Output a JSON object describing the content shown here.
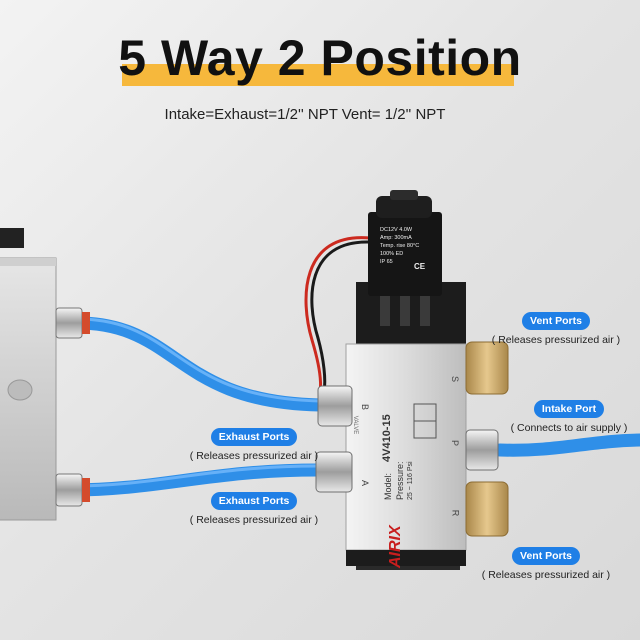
{
  "header": {
    "title": "5 Way 2 Position",
    "subtitle": "Intake=Exhaust=1/2'' NPT Vent= 1/2'' NPT"
  },
  "coil_label": {
    "line1": "DC12V     4.0W",
    "line2": "Amp: 300mA",
    "line3": "Temp. rise  80°C",
    "line4": "100%   ED",
    "line5": "IP 65",
    "mark": "CE"
  },
  "valve": {
    "brand": "AIRIX",
    "model": "4V410-15",
    "model_label": "Model:",
    "pressure_label": "Pressure:",
    "pressure_value": "25 ~ 116 Psi",
    "valve_text": "VALVE",
    "port_b": "B",
    "port_a": "A",
    "port_p": "P",
    "port_s": "S",
    "port_r": "R"
  },
  "callouts": {
    "vent_top": {
      "label": "Vent Ports",
      "desc": "( Releases pressurized air )"
    },
    "intake": {
      "label": "Intake Port",
      "desc": "( Connects to air supply )"
    },
    "exhaust_top": {
      "label": "Exhaust Ports",
      "desc": "( Releases pressurized air )"
    },
    "exhaust_bottom": {
      "label": "Exhaust Ports",
      "desc": "( Releases pressurized air )"
    },
    "vent_bottom": {
      "label": "Vent Ports",
      "desc": "( Releases pressurized air )"
    }
  },
  "colors": {
    "accent_highlight": "#f6b83c",
    "pill_blue": "#1f7fe6",
    "tube_blue": "#2f8fe8",
    "brass": "#c9a466"
  }
}
